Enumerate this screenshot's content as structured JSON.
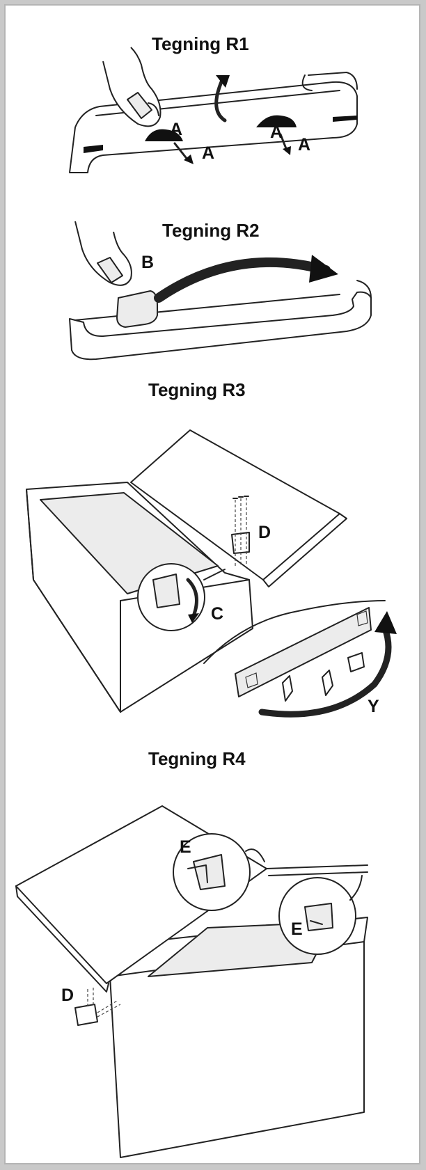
{
  "panels": [
    {
      "title": "Tegning R1",
      "labels": [
        "A",
        "A",
        "A",
        "A"
      ]
    },
    {
      "title": "Tegning R2",
      "labels": [
        "B"
      ]
    },
    {
      "title": "Tegning R3",
      "labels": [
        "D",
        "C",
        "Y"
      ]
    },
    {
      "title": "Tegning R4",
      "labels": [
        "E",
        "E",
        "D"
      ]
    }
  ],
  "colors": {
    "frame": "#b5b5b5",
    "ink": "#222222",
    "shade": "#ececec"
  }
}
